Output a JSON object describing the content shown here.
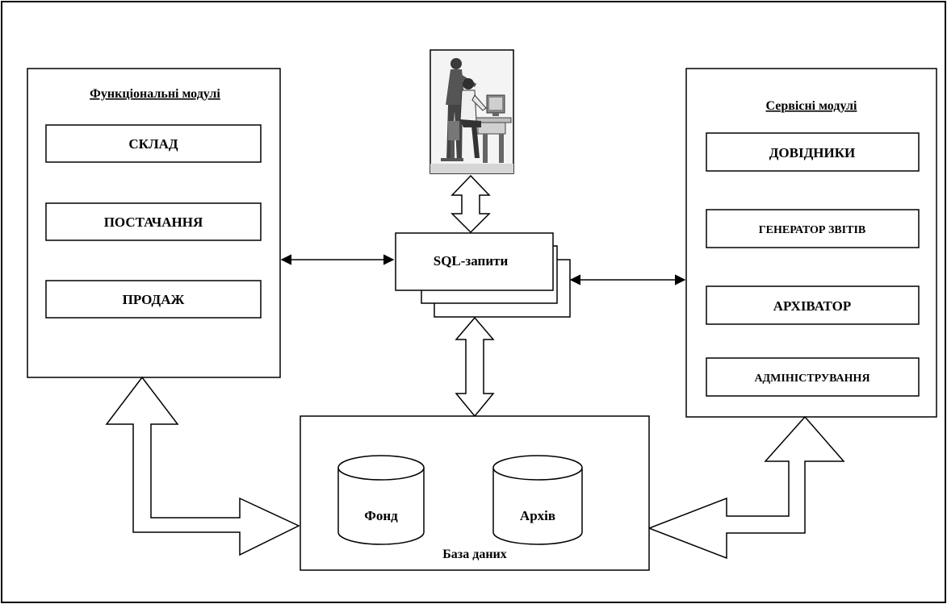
{
  "functional": {
    "title": "Функціональні модулі",
    "items": [
      "СКЛАД",
      "ПОСТАЧАННЯ",
      "ПРОДАЖ"
    ]
  },
  "service": {
    "title": "Сервісні модулі",
    "items": [
      "ДОВІДНИКИ",
      "ГЕНЕРАТОР ЗВІТІВ",
      "АРХІВАТОР",
      "АДМІНІСТРУВАННЯ"
    ]
  },
  "sql": {
    "label": "SQL-запити"
  },
  "database": {
    "label": "База даних",
    "stores": [
      "Фонд",
      "Архів"
    ]
  },
  "icons": {
    "users": "users-at-computer-icon"
  }
}
